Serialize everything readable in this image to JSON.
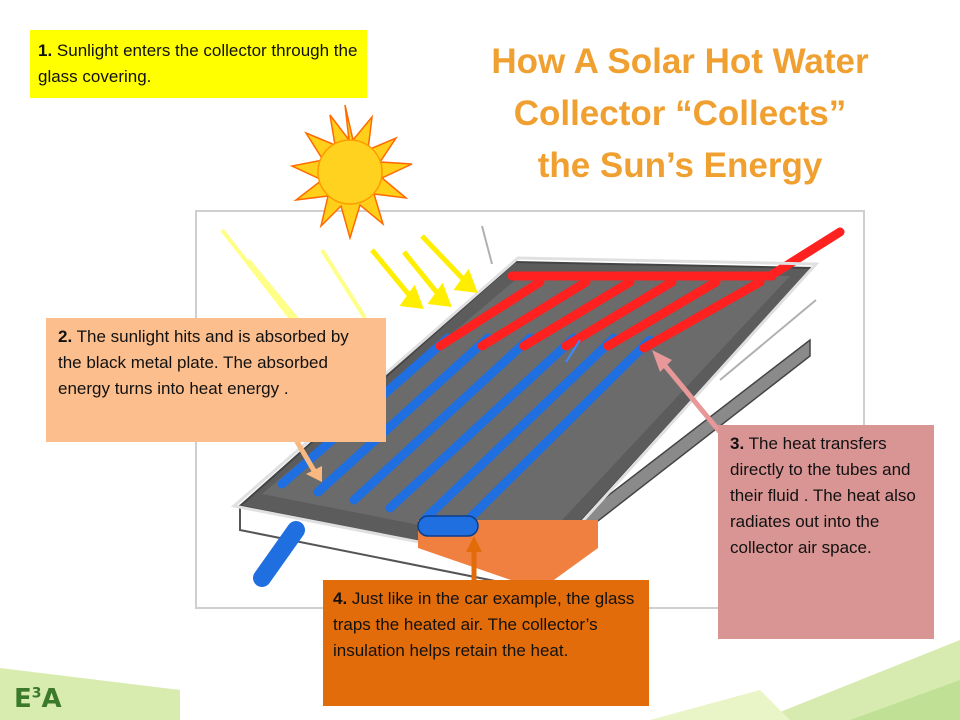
{
  "title": {
    "line1": "How A Solar Hot Water",
    "line2": "Collector “Collects”",
    "line3": "the Sun’s Energy"
  },
  "callouts": [
    {
      "num": "1.",
      "text": " Sunlight enters the  collector through the glass covering."
    },
    {
      "num": "2.",
      "text": " The sunlight hits and is absorbed by the black metal plate.  The absorbed energy turns into heat energy ."
    },
    {
      "num": "3.",
      "text": " The heat transfers directly to the tubes and  their fluid .  The heat also radiates  out into the collector air space."
    },
    {
      "num": "4.",
      "text": "  Just like in the car example, the  glass  traps  the heated air. The collector’s insulation helps retain the heat."
    }
  ],
  "logo": {
    "main": "E",
    "sup": "3",
    "tail": "A"
  },
  "colors": {
    "title": "#f0a030",
    "callout1": "#ffff00",
    "callout2": "#fbbe8c",
    "callout3": "#d99594",
    "callout4": "#e36c0a",
    "hot_tube": "#ff2020",
    "cold_tube": "#1f6fe0",
    "absorber": "#6b6b6b",
    "insulation": "#f08040",
    "sun": "#ffd21f"
  }
}
